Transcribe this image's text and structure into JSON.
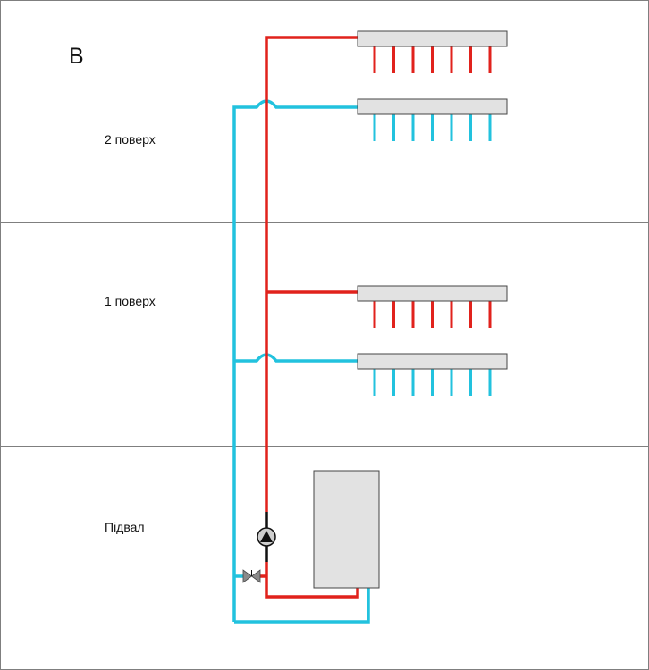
{
  "title": "B",
  "floors": [
    {
      "label": "2 поверх"
    },
    {
      "label": "1 поверх"
    },
    {
      "label": "Підвал"
    }
  ],
  "colors": {
    "supply": "#e1221c",
    "return": "#22c2de",
    "manifold_fill": "#e2e2e2",
    "boiler_fill": "#e2e2e2",
    "outline": "#444444",
    "floor_line": "#7f7f7f",
    "pump_body": "#cfcfcf",
    "valve": "#8a8a8a"
  },
  "icons": {
    "pump": "circulation-pump-icon",
    "valve": "ball-valve-icon",
    "boiler": "boiler-icon"
  },
  "manifolds": [
    {
      "floor": "2 поверх",
      "line": "supply",
      "outlets": 7
    },
    {
      "floor": "2 поверх",
      "line": "return",
      "outlets": 7
    },
    {
      "floor": "1 поверх",
      "line": "supply",
      "outlets": 7
    },
    {
      "floor": "1 поверх",
      "line": "return",
      "outlets": 7
    }
  ]
}
